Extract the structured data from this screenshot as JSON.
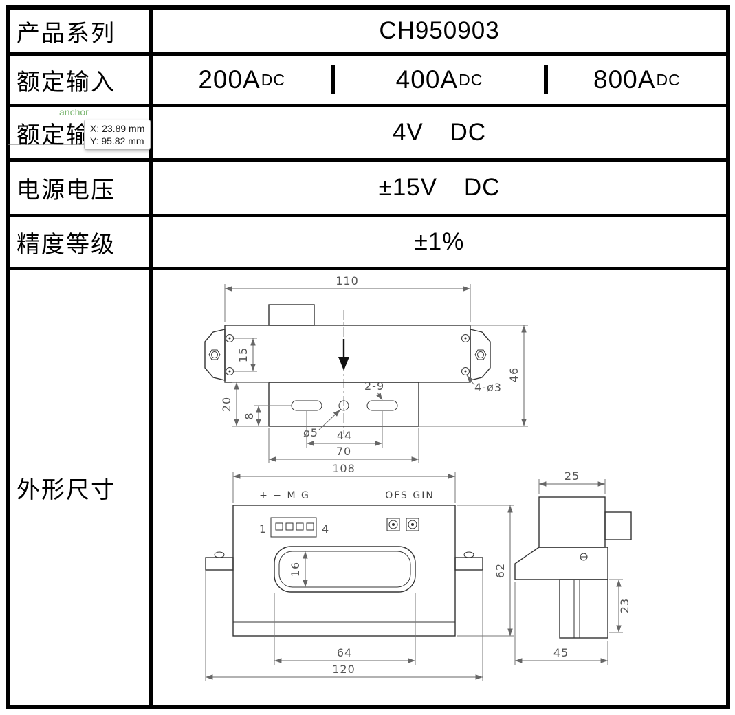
{
  "overlay": {
    "anchor_label": "anchor",
    "coord_x": "X: 23.89 mm",
    "coord_y": "Y: 95.82 mm"
  },
  "table": {
    "rows": [
      {
        "label": "产品系列",
        "value": "CH950903"
      },
      {
        "label": "额定输入",
        "cells": [
          {
            "num": "200A",
            "sub": "DC"
          },
          {
            "num": "400A",
            "sub": "DC"
          },
          {
            "num": "800A",
            "sub": "DC"
          }
        ]
      },
      {
        "label": "额定输出",
        "value": "4V DC"
      },
      {
        "label": "电源电压",
        "value": "±15V DC"
      },
      {
        "label": "精度等级",
        "value": "±1%"
      },
      {
        "label": "外形尺寸"
      }
    ]
  },
  "drawing": {
    "top": {
      "width": "110",
      "hole_pitch": "15",
      "plate_height": "20",
      "slot_offset": "8",
      "height": "46",
      "corner_holes": "4-ø3",
      "slots": "2-9",
      "center_hole": "ø5",
      "slot_pitch": "44",
      "plate_width": "70"
    },
    "front": {
      "width": "108",
      "terminals": "+ − M G",
      "trimmers": "OFS GIN",
      "pin_first": "1",
      "pin_last": "4",
      "window_height": "16",
      "height": "62",
      "window_width": "64",
      "total_width": "120"
    },
    "side": {
      "top_width": "25",
      "slot_depth": "23",
      "depth": "45"
    }
  }
}
